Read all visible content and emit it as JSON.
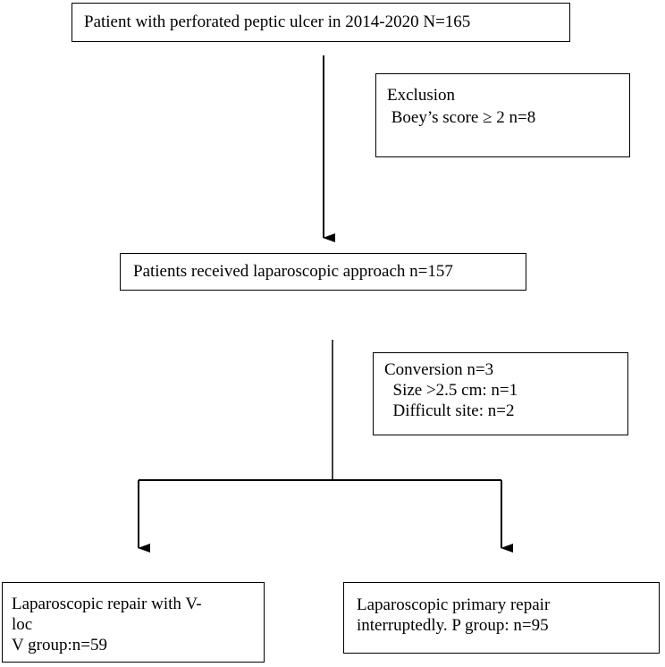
{
  "boxes": {
    "total": [
      "Patient with perforated peptic ulcer in 2014-2020 N=165"
    ],
    "exclusion": [
      "Exclusion",
      " Boey’s score ≥ 2 n=8"
    ],
    "laparoscopic": [
      "Patients received laparoscopic approach n=157"
    ],
    "conversion": [
      "Conversion n=3",
      "  Size >2.5 cm: n=1",
      "  Difficult site: n=2"
    ],
    "vloc": [
      "Laparoscopic repair with V-",
      "loc",
      "V group:n=59"
    ],
    "primary": [
      "Laparoscopic primary repair",
      "interruptedly. P group: n=95"
    ]
  }
}
